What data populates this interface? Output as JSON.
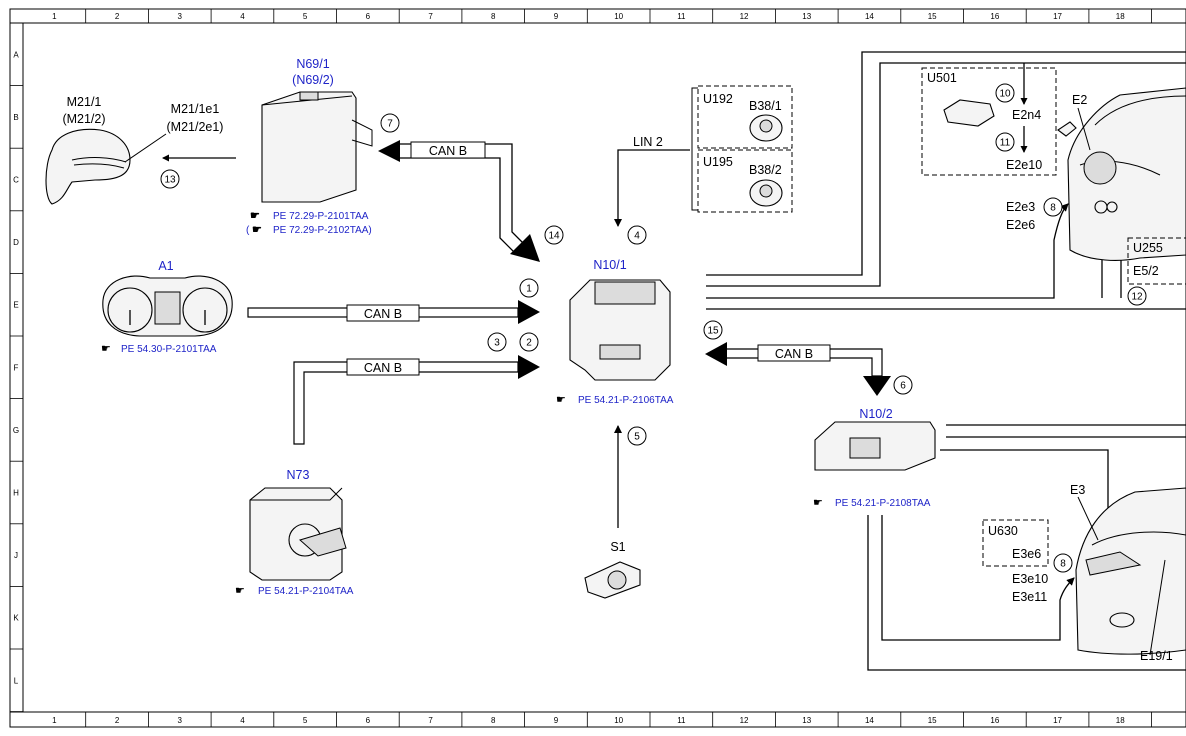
{
  "grid": {
    "columns": [
      "1",
      "2",
      "3",
      "4",
      "5",
      "6",
      "7",
      "8",
      "9",
      "10",
      "11",
      "12",
      "13",
      "14",
      "15",
      "16",
      "17",
      "18"
    ],
    "rows": [
      "A",
      "B",
      "C",
      "D",
      "E",
      "F",
      "G",
      "H",
      "J",
      "K",
      "L"
    ]
  },
  "components": {
    "m21": {
      "id": "M21/1",
      "alt": "(M21/2)",
      "sub": "M21/1e1",
      "sub_alt": "(M21/2e1)"
    },
    "n69": {
      "id": "N69/1",
      "alt": "(N69/2)",
      "ref1": "PE 72.29-P-2101TAA",
      "ref2_open": "(",
      "ref2": "PE 72.29-P-2102TAA)"
    },
    "a1": {
      "id": "A1",
      "ref": "PE 54.30-P-2101TAA"
    },
    "n73": {
      "id": "N73",
      "ref": "PE 54.21-P-2104TAA"
    },
    "n10_1": {
      "id": "N10/1",
      "ref": "PE 54.21-P-2106TAA"
    },
    "s1": {
      "id": "S1"
    },
    "n10_2": {
      "id": "N10/2",
      "ref": "PE 54.21-P-2108TAA"
    },
    "u192": {
      "id": "U192",
      "sensor": "B38/1"
    },
    "u195": {
      "id": "U195",
      "sensor": "B38/2"
    },
    "u501": {
      "id": "U501",
      "a": "E2n4",
      "b": "E2e10"
    },
    "e2": {
      "id": "E2",
      "a": "E2e3",
      "b": "E2e6"
    },
    "u255": {
      "id": "U255",
      "a": "E5/2"
    },
    "u630": {
      "id": "U630",
      "a": "E3e6"
    },
    "e3": {
      "id": "E3",
      "a": "E3e10",
      "b": "E3e11"
    },
    "e19": {
      "id": "E19/1"
    }
  },
  "buses": {
    "can": "CAN B",
    "lin": "LIN 2"
  },
  "callouts": [
    "1",
    "2",
    "3",
    "4",
    "5",
    "6",
    "7",
    "8",
    "10",
    "11",
    "12",
    "13",
    "14",
    "15"
  ]
}
